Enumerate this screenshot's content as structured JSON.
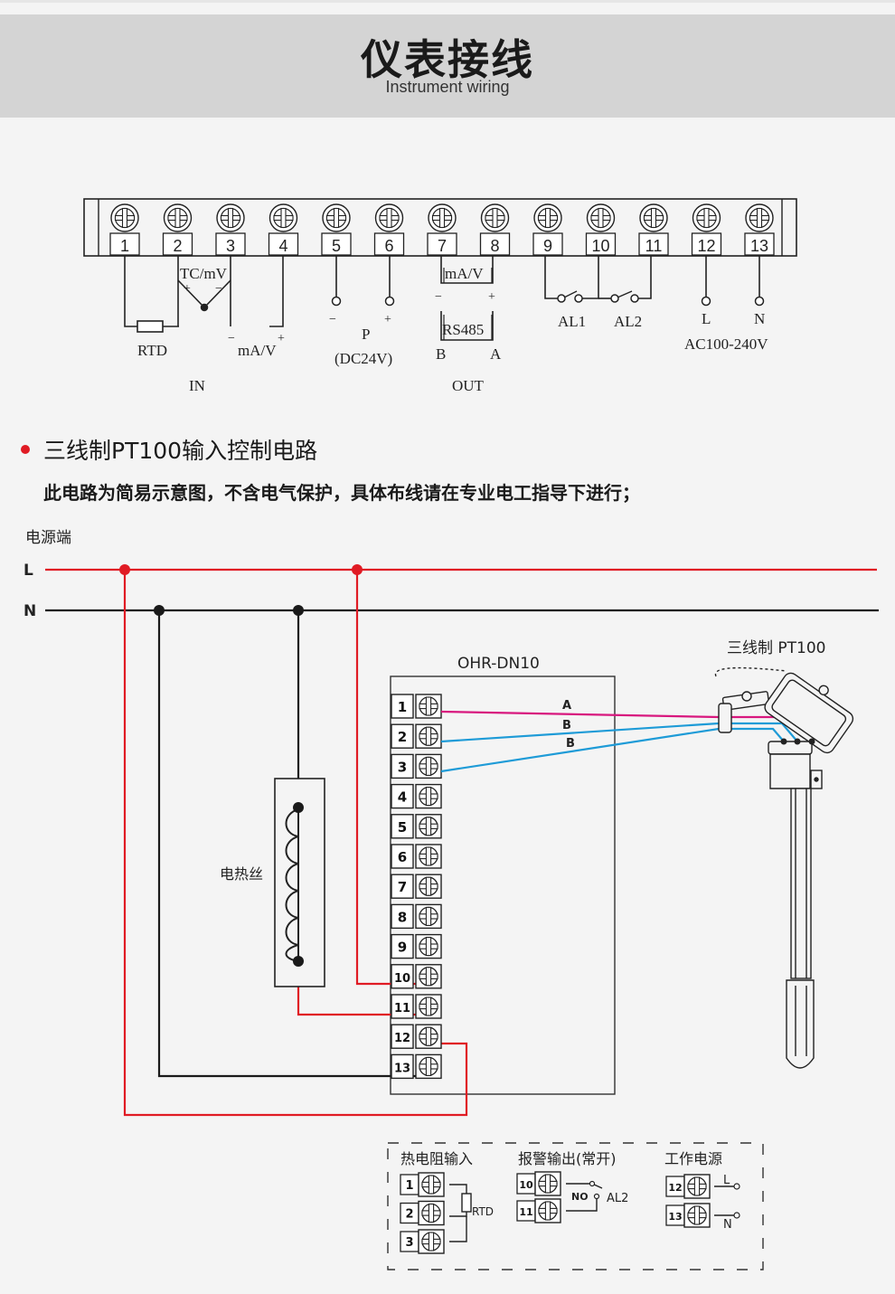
{
  "header": {
    "title": "仪表接线",
    "subtitle": "Instrument wiring"
  },
  "terminal_strip": {
    "numbers": [
      "1",
      "2",
      "3",
      "4",
      "5",
      "6",
      "7",
      "8",
      "9",
      "10",
      "11",
      "12",
      "13"
    ],
    "labels": {
      "tc_mv": "TC/mV",
      "plus": "+",
      "minus": "−",
      "rtd": "RTD",
      "ma_v_in": "mA/V",
      "p": "P",
      "dc24v": "(DC24V)",
      "ma_v_out": "mA/V",
      "rs485": "RS485",
      "b": "B",
      "a": "A",
      "al1": "AL1",
      "al2": "AL2",
      "l": "L",
      "n": "N",
      "ac": "AC100-240V",
      "in": "IN",
      "out": "OUT"
    }
  },
  "section": {
    "title": "三线制PT100输入控制电路",
    "note": "此电路为简易示意图，不含电气保护，具体布线请在专业电工指导下进行；",
    "bullet_color": "#e01b24"
  },
  "circuit": {
    "power_label": "电源端",
    "line_l": "L",
    "line_n": "N",
    "device": "OHR-DN10",
    "heater": "电热丝",
    "sensor": "三线制 PT100",
    "wire_a": "A",
    "wire_b1": "B",
    "wire_b2": "B",
    "terminals": [
      "1",
      "2",
      "3",
      "4",
      "5",
      "6",
      "7",
      "8",
      "9",
      "10",
      "11",
      "12",
      "13"
    ],
    "colors": {
      "live": "#e01b24",
      "neutral": "#1a1a1a",
      "wire_a": "#d8177e",
      "wire_b": "#1e9bd7"
    }
  },
  "legend": {
    "rtd_title": "热电阻输入",
    "rtd_terminals": [
      "1",
      "2",
      "3"
    ],
    "rtd_label": "RTD",
    "alarm_title": "报警输出(常开)",
    "alarm_terminals": [
      "10",
      "11"
    ],
    "alarm_no": "NO",
    "alarm_label": "AL2",
    "power_title": "工作电源",
    "power_terminals": [
      "12",
      "13"
    ],
    "power_l": "L",
    "power_n": "N"
  }
}
